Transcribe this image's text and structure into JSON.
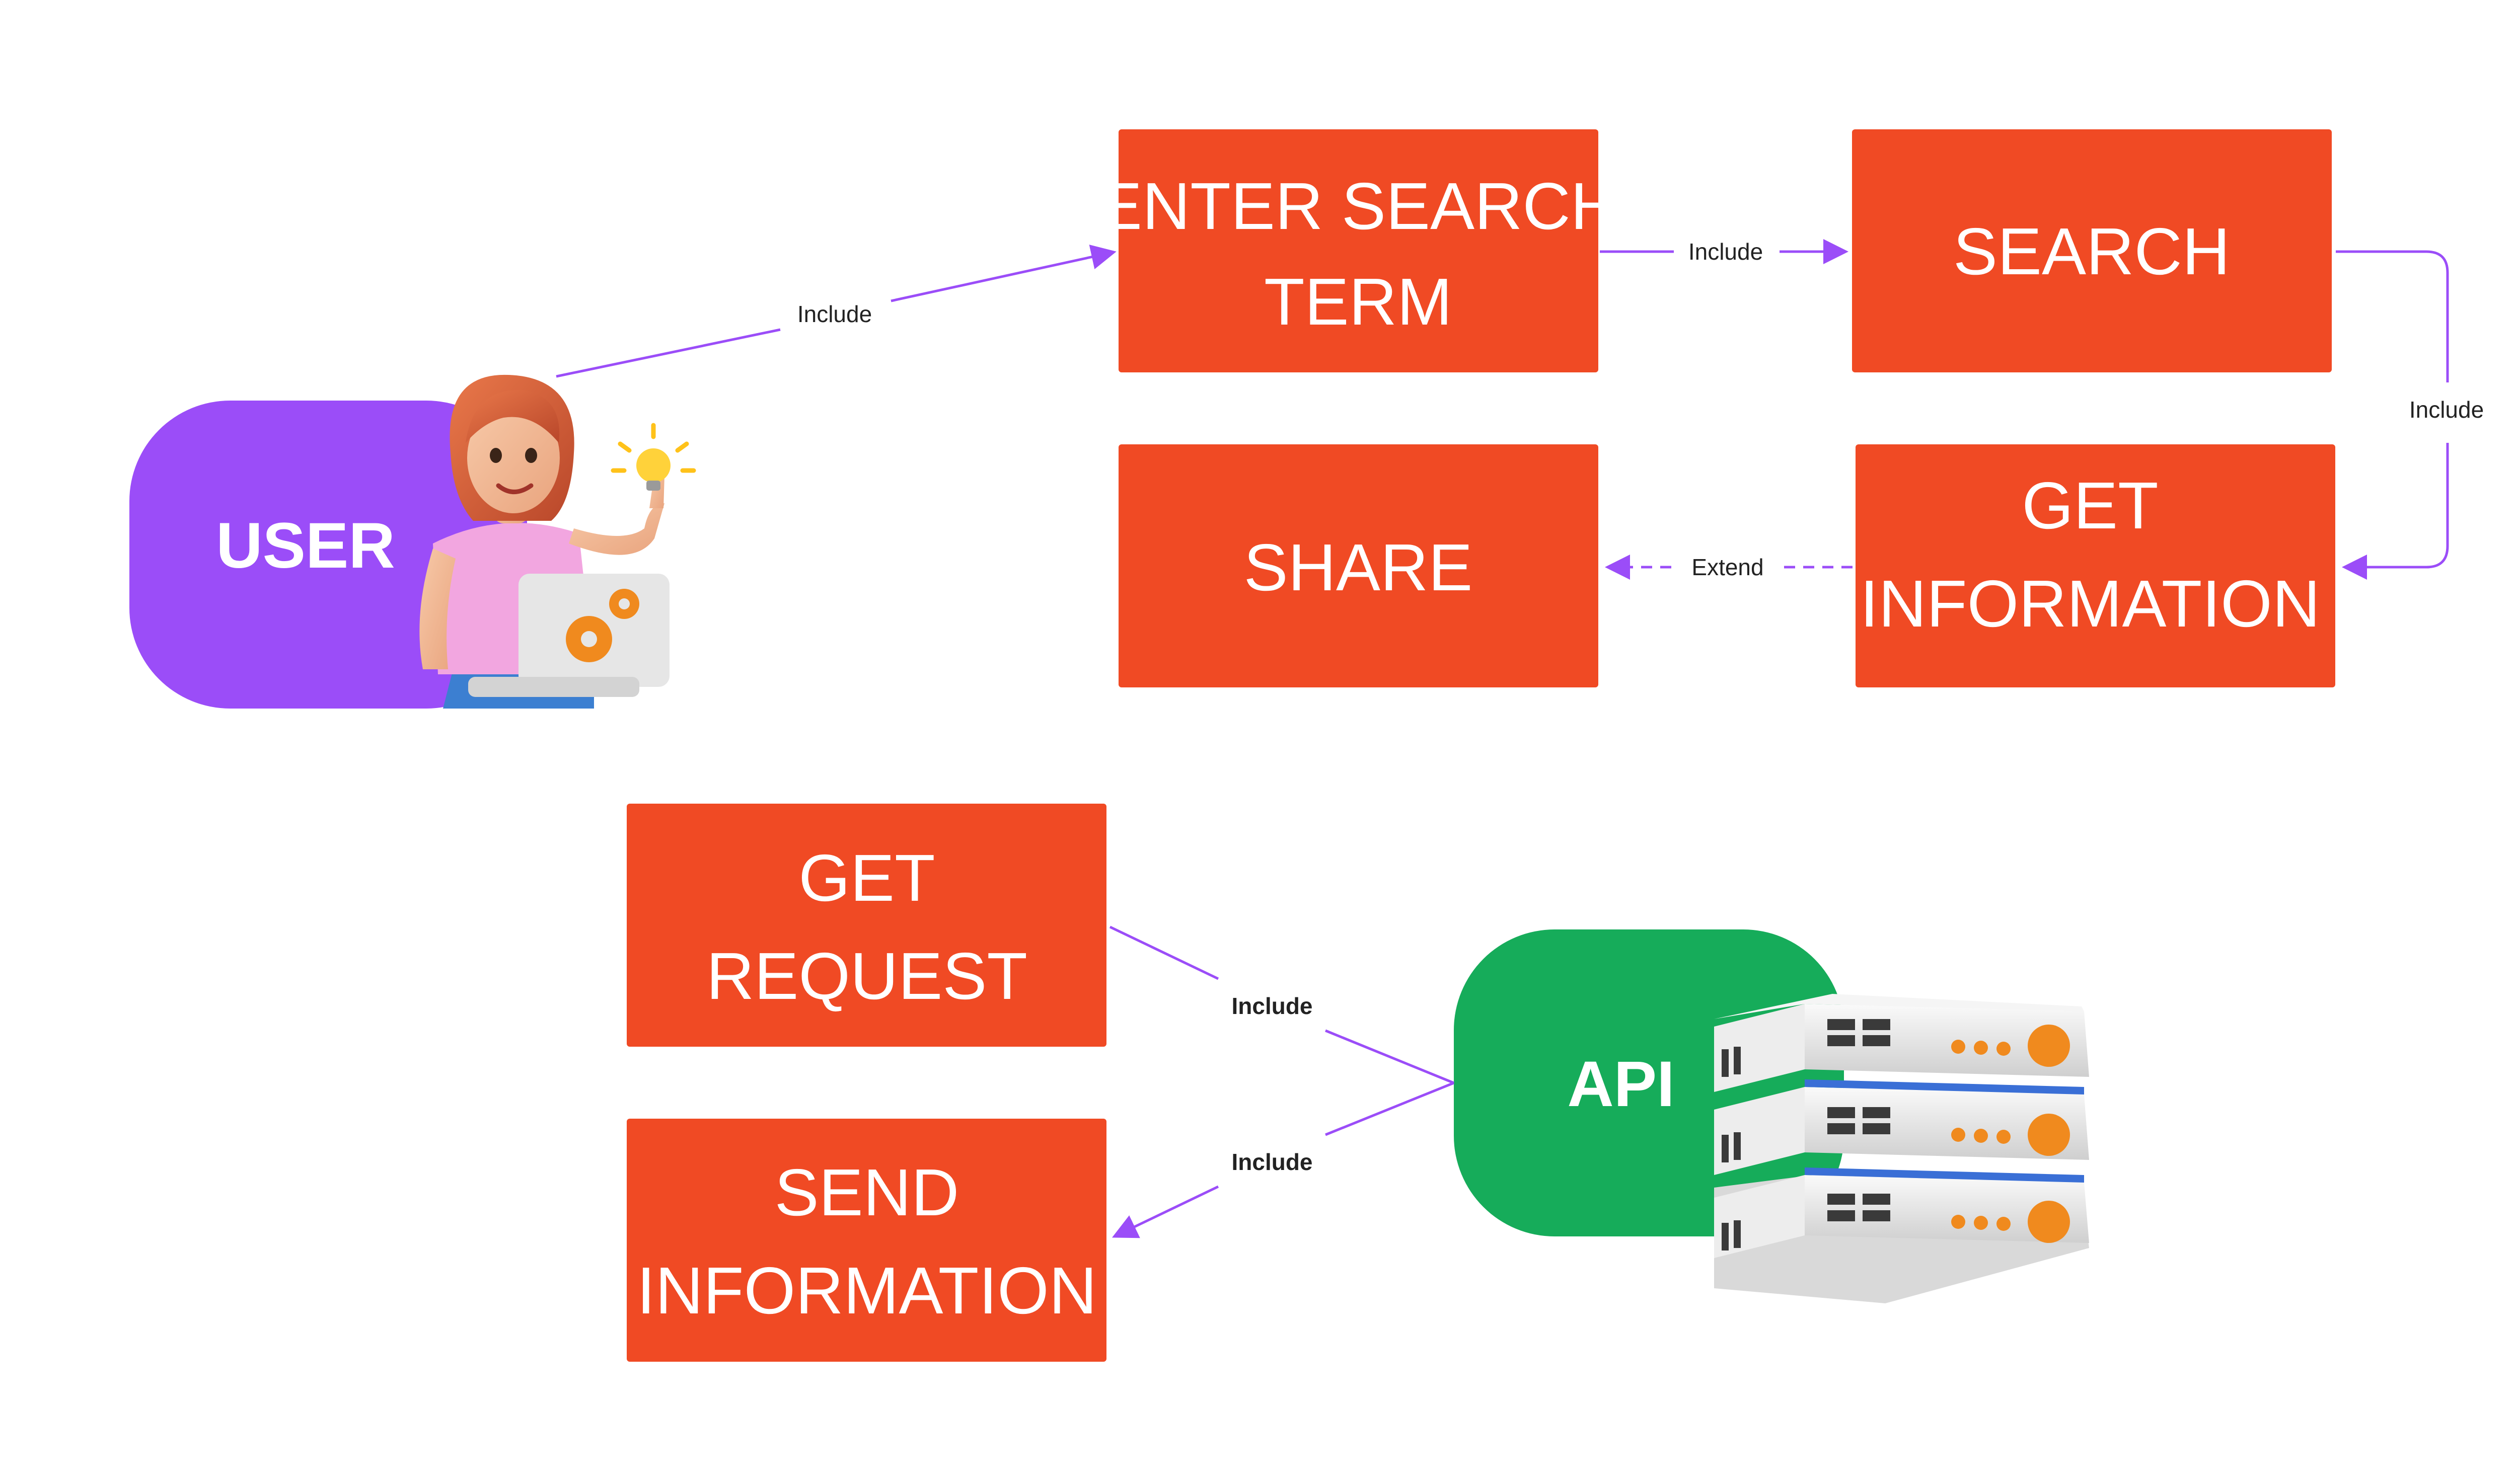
{
  "colors": {
    "box": "#F04A24",
    "user_actor": "#9B4DF8",
    "api_actor": "#16AC5A",
    "connector": "#9B4DF8"
  },
  "actors": {
    "user": {
      "label": "USER",
      "icon": "person-with-laptop-icon"
    },
    "api": {
      "label": "API",
      "icon": "server-stack-icon"
    }
  },
  "boxes": {
    "enter_search_term": {
      "line1": "ENTER SEARCH",
      "line2": "TERM"
    },
    "search": {
      "line1": "SEARCH"
    },
    "get_information": {
      "line1": "GET",
      "line2": "INFORMATION"
    },
    "share": {
      "line1": "SHARE"
    },
    "get_request": {
      "line1": "GET",
      "line2": "REQUEST"
    },
    "send_information": {
      "line1": "SEND",
      "line2": "INFORMATION"
    }
  },
  "connectors": {
    "user_to_enter": "Include",
    "enter_to_search": "Include",
    "search_to_get": "Include",
    "get_to_share": "Extend",
    "api_to_get_request": "Include",
    "api_to_send_information": "Include"
  }
}
